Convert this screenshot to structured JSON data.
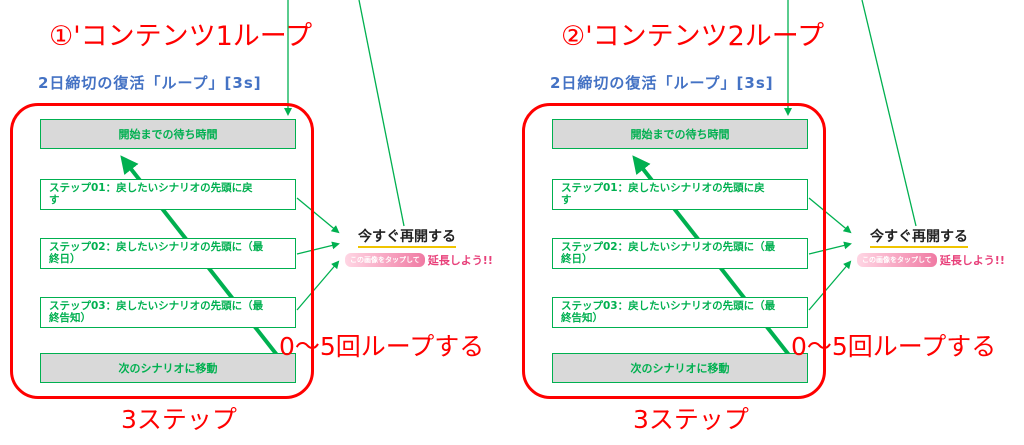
{
  "panels": [
    {
      "heading": "①'コンテンツ1ループ",
      "subheading": "2日締切の復活「ループ」[3s]",
      "wait_box": "開始までの待ち時間",
      "steps": [
        "ステップ01：戻したいシナリオの先頭に戻\nす",
        "ステップ02：戻したいシナリオの先頭に（最\n終日）",
        "ステップ03：戻したいシナリオの先頭に（最\n終告知）"
      ],
      "next_box": "次のシナリオに移動",
      "resume_title": "今すぐ再開する",
      "resume_badge": "この画像をタップして",
      "resume_cta": "延長しよう!!",
      "loop_label": "0〜5回ループする",
      "steps_label": "3ステップ"
    },
    {
      "heading": "②'コンテンツ2ループ",
      "subheading": "2日締切の復活「ループ」[3s]",
      "wait_box": "開始までの待ち時間",
      "steps": [
        "ステップ01：戻したいシナリオの先頭に戻\nす",
        "ステップ02：戻したいシナリオの先頭に（最\n終日）",
        "ステップ03：戻したいシナリオの先頭に（最\n終告知）"
      ],
      "next_box": "次のシナリオに移動",
      "resume_title": "今すぐ再開する",
      "resume_badge": "この画像をタップして",
      "resume_cta": "延長しよう!!",
      "loop_label": "0〜5回ループする",
      "steps_label": "3ステップ"
    }
  ],
  "colors": {
    "annotation_red": "#ff0000",
    "step_green": "#00b050",
    "subheading_blue": "#4472c4",
    "box_grey": "#d9d9d9",
    "cta_pink": "#e8407a"
  }
}
